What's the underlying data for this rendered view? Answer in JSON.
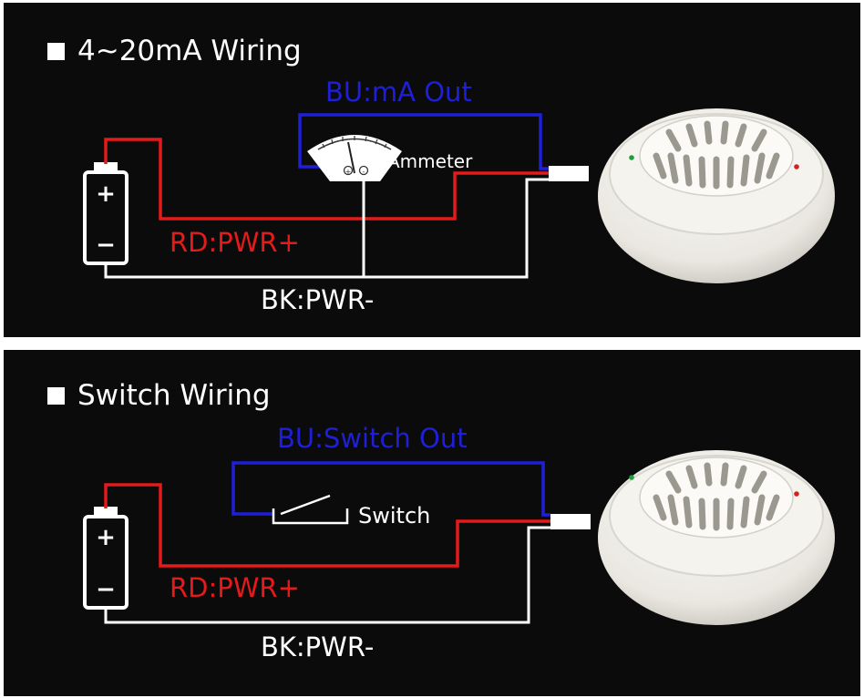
{
  "colors": {
    "background": "#0b0b0b",
    "blue_wire": "#1f1fd8",
    "red_wire": "#e51a1a",
    "black_wire_drawn": "#ffffff"
  },
  "panels": [
    {
      "title": "4~20mA Wiring",
      "blue_label": "BU:mA Out",
      "component_label": "Ammeter",
      "component_icon": "ammeter-icon",
      "red_label": "RD:PWR+",
      "black_label": "BK:PWR-",
      "battery_plus": "+",
      "battery_minus": "−"
    },
    {
      "title": "Switch Wiring",
      "blue_label": "BU:Switch Out",
      "component_label": "Switch",
      "component_icon": "switch-icon",
      "red_label": "RD:PWR+",
      "black_label": "BK:PWR-",
      "battery_plus": "+",
      "battery_minus": "−"
    }
  ]
}
